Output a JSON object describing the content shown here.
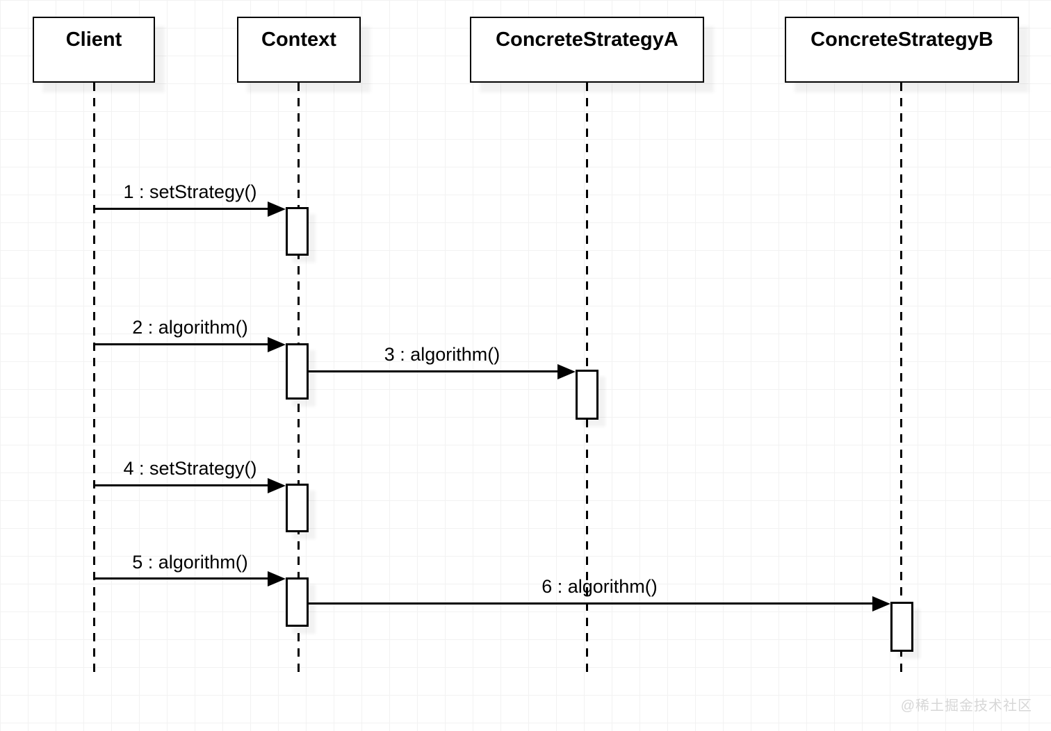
{
  "diagram": {
    "type": "uml-sequence",
    "lifelines": [
      {
        "label": "Client"
      },
      {
        "label": "Context"
      },
      {
        "label": "ConcreteStrategyA"
      },
      {
        "label": "ConcreteStrategyB"
      }
    ],
    "messages": [
      {
        "label": "1 : setStrategy()",
        "from": "Client",
        "to": "Context"
      },
      {
        "label": "2 : algorithm()",
        "from": "Client",
        "to": "Context"
      },
      {
        "label": "3 : algorithm()",
        "from": "Context",
        "to": "ConcreteStrategyA"
      },
      {
        "label": "4 : setStrategy()",
        "from": "Client",
        "to": "Context"
      },
      {
        "label": "5 : algorithm()",
        "from": "Client",
        "to": "Context"
      },
      {
        "label": "6 : algorithm()",
        "from": "Context",
        "to": "ConcreteStrategyB"
      }
    ]
  },
  "watermark": {
    "text": "@稀土掘金技术社区"
  },
  "colors": {
    "stroke": "#000000",
    "background": "#ffffff",
    "grid": "#f2f2f2",
    "watermark": "#d7d7d7"
  }
}
